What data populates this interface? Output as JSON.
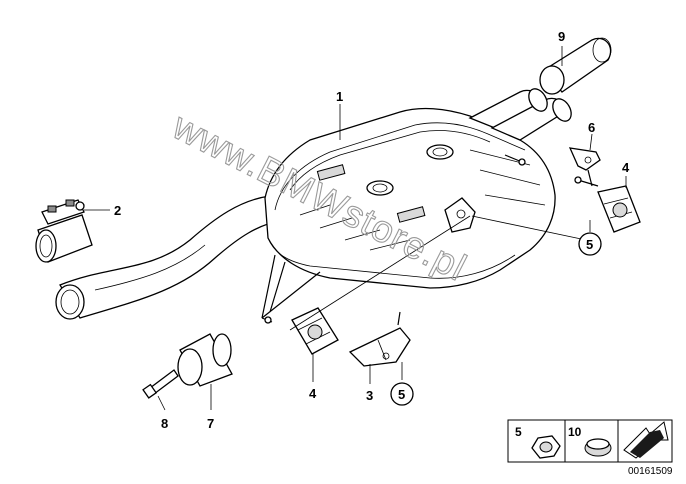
{
  "diagram": {
    "part_labels": [
      {
        "id": "part-1",
        "text": "1"
      },
      {
        "id": "part-2",
        "text": "2"
      },
      {
        "id": "part-3",
        "text": "3"
      },
      {
        "id": "part-4a",
        "text": "4"
      },
      {
        "id": "part-4b",
        "text": "4"
      },
      {
        "id": "part-5a",
        "text": "5"
      },
      {
        "id": "part-5b",
        "text": "5"
      },
      {
        "id": "part-6",
        "text": "6"
      },
      {
        "id": "part-7",
        "text": "7"
      },
      {
        "id": "part-8",
        "text": "8"
      },
      {
        "id": "part-9",
        "text": "9"
      }
    ],
    "watermark": "www.BMWstore.pl",
    "legend": {
      "item_a": "5",
      "item_b": "10"
    },
    "document_number": "00161509"
  }
}
